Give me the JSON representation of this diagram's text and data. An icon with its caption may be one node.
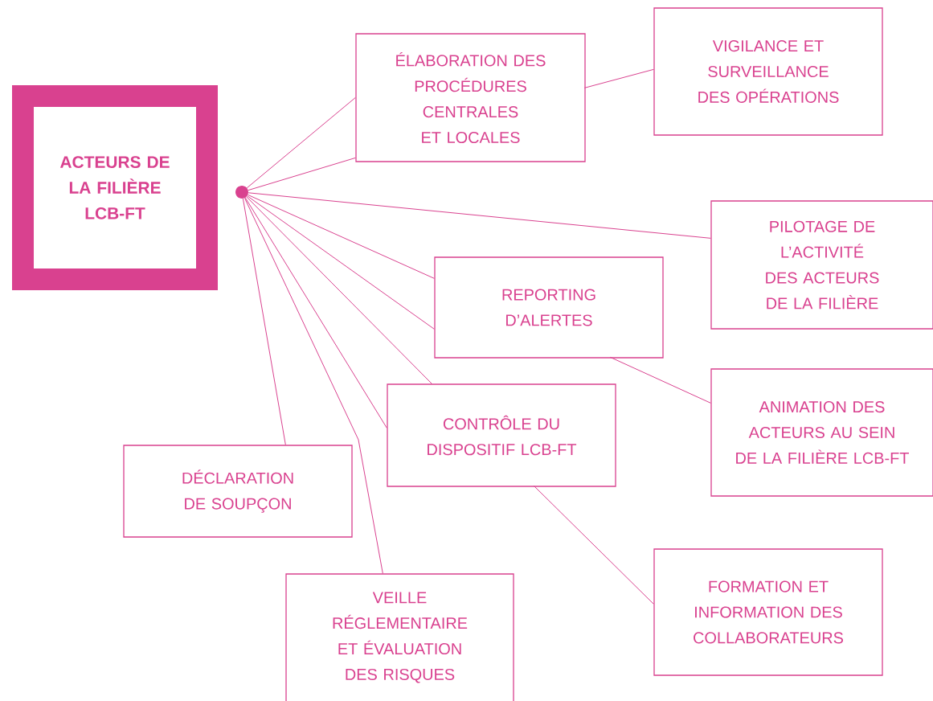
{
  "diagram": {
    "nodes": [
      {
        "text": [
          "ACTEURS DE LA FILIÈRE LCB-FT"
        ]
      },
      {
        "text": [],
        "shape": "circle"
      },
      {
        "text": [
          "ÉLABORATION DES PROCÉDURES CENTRALES ET LOCALES"
        ]
      },
      {
        "text": [
          "VIGILANCE ET SURVEILLANCE DES OPÉRATIONS"
        ]
      },
      {
        "text": [
          "PILOTAGE DE L’ACTIVITÉ DES ACTEURS DE LA FILIÈRE"
        ]
      },
      {
        "text": [
          "REPORTING D’ALERTES"
        ]
      },
      {
        "text": [
          "ANIMATION DES ACTEURS AU SEIN DE LA FILIÈRE LCB-FT"
        ]
      },
      {
        "text": [
          "CONTRÔLE DU DISPOSITIF LCB-FT"
        ]
      },
      {
        "text": [
          "DÉCLARATION DE SOUPÇON"
        ]
      },
      {
        "text": [
          "FORMATION ET INFORMATION DES COLLABORATEURS"
        ]
      },
      {
        "text": [
          "VEILLE RÉGLEMENTAIRE ET ÉVALUATION DES RISQUES"
        ]
      }
    ],
    "edges": [
      {
        "from": 1,
        "to": 2,
        "arrow": "none"
      },
      {
        "from": 1,
        "to": 2,
        "arrow": "none"
      },
      {
        "from": 2,
        "to": 3,
        "arrow": "none"
      },
      {
        "from": 1,
        "to": 4,
        "arrow": "none"
      },
      {
        "from": 1,
        "to": 5,
        "arrow": "none"
      },
      {
        "from": 1,
        "to": 5,
        "arrow": "none"
      },
      {
        "from": 5,
        "to": 6,
        "arrow": "none"
      },
      {
        "from": 1,
        "to": 7,
        "arrow": "none"
      },
      {
        "from": 1,
        "to": 7,
        "arrow": "none"
      },
      {
        "from": 7,
        "to": 9,
        "arrow": "none"
      },
      {
        "from": 1,
        "to": 8,
        "arrow": "none"
      },
      {
        "from": 1,
        "to": 10,
        "arrow": "none"
      }
    ]
  }
}
